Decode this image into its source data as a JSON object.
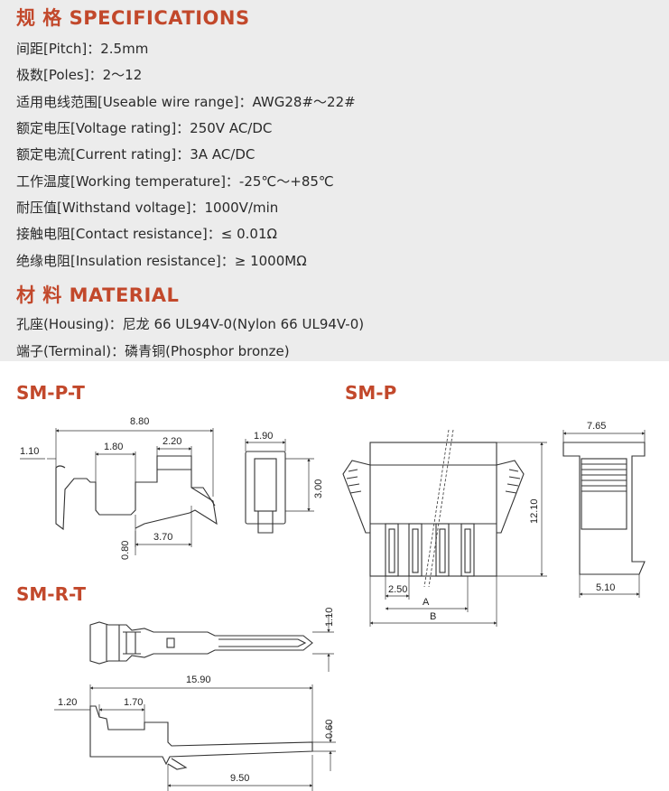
{
  "specifications": {
    "title": "规 格 SPECIFICATIONS",
    "lines": [
      "间距[Pitch]：2.5mm",
      "极数[Poles]：2～12",
      "适用电线范围[Useable wire range]：AWG28#～22#",
      "额定电压[Voltage rating]：250V AC/DC",
      "额定电流[Current rating]：3A AC/DC",
      "工作温度[Working temperature]：-25℃～+85℃",
      "耐压值[Withstand voltage]：1000V/min",
      "接触电阻[Contact resistance]：≤ 0.01Ω",
      "绝缘电阻[Insulation resistance]：≥ 1000MΩ"
    ]
  },
  "material": {
    "title": "材 料 MATERIAL",
    "lines": [
      "孔座(Housing)：尼龙 66 UL94V-0(Nylon 66 UL94V-0)",
      "端子(Terminal)：磷青铜(Phosphor bronze)"
    ]
  },
  "drawings": {
    "smpt": {
      "title": "SM-P-T",
      "dims": {
        "length": "8.80",
        "d1": "1.10",
        "d2": "1.80",
        "d3": "2.20",
        "d4": "0.80",
        "d5": "3.70",
        "w": "1.90",
        "h": "3.00"
      }
    },
    "smp": {
      "title": "SM-P",
      "dims": {
        "height": "12.10",
        "pitch": "2.50",
        "a": "A",
        "b": "B",
        "side_w": "7.65",
        "side_b": "5.10"
      }
    },
    "smrt": {
      "title": "SM-R-T",
      "dims": {
        "width": "1.10",
        "length": "15.90",
        "d1": "1.20",
        "d2": "1.70",
        "thick": "0.60",
        "d3": "9.50"
      }
    }
  },
  "colors": {
    "accent": "#c2482b",
    "panel": "#ececec",
    "line": "#333333"
  }
}
